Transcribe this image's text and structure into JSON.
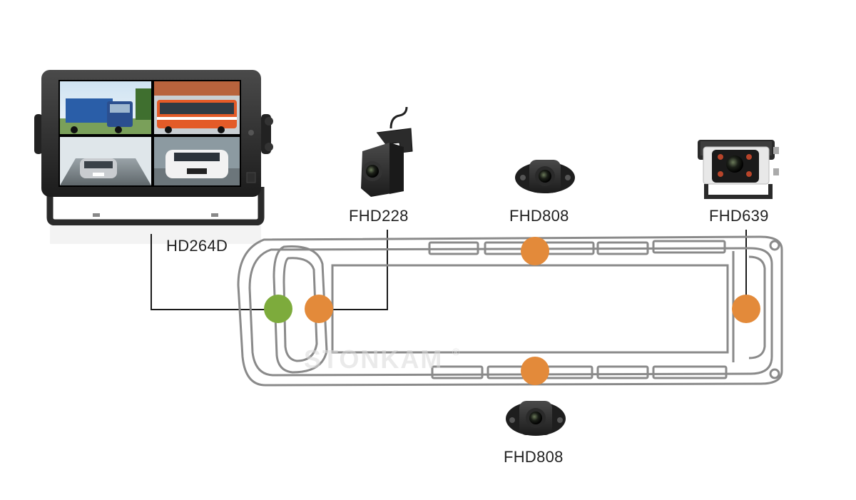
{
  "labels": {
    "monitor": "HD264D",
    "cam_front": "FHD228",
    "cam_top": "FHD808",
    "cam_rear": "FHD639",
    "cam_bottom": "FHD808"
  },
  "watermark": "STONKAM",
  "watermark_mark": "®",
  "colors": {
    "monitor_dot": "#7dab3c",
    "camera_dot": "#e38a3a",
    "bus_outline": "#8a8a8a",
    "wire": "#1a1a1a",
    "label": "#222222"
  },
  "icons": {
    "monitor": "monitor-icon",
    "cam_front": "mini-camera-icon",
    "cam_top": "dome-camera-icon",
    "cam_rear": "rear-camera-icon",
    "cam_bottom": "dome-camera-icon"
  }
}
